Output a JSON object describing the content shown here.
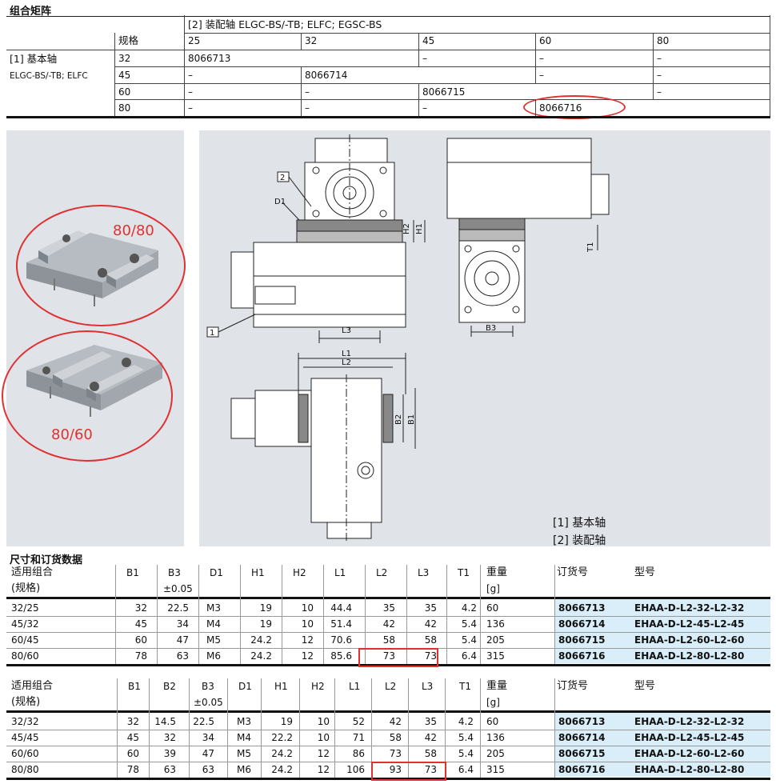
{
  "matrix": {
    "title": "组合矩阵",
    "header_note": "[2]  装配轴 ELGC-BS/-TB; ELFC; EGSC-BS",
    "size_label": "规格",
    "sizes": [
      "25",
      "32",
      "45",
      "60",
      "80"
    ],
    "base_label": "[1]  基本轴",
    "base_sub": "ELGC-BS/-TB; ELFC",
    "rows": [
      {
        "size": "32",
        "cells": [
          "8066713",
          "–",
          "–",
          "–"
        ]
      },
      {
        "size": "45",
        "cells": [
          "–",
          "8066714",
          "–",
          "–"
        ]
      },
      {
        "size": "60",
        "cells": [
          "–",
          "–",
          "8066715",
          "–"
        ]
      },
      {
        "size": "80",
        "cells": [
          "–",
          "–",
          "–",
          "8066716"
        ]
      }
    ]
  },
  "photos": {
    "top_label": "80/80",
    "bottom_label": "80/60"
  },
  "drawing": {
    "labels": {
      "d1": "D1",
      "h1": "H1",
      "h2": "H2",
      "l3": "L3",
      "b3": "B3",
      "t1": "T1",
      "l1": "L1",
      "l2": "L2",
      "b1": "B1",
      "b2": "B2",
      "n1": "1",
      "n2": "2"
    },
    "legend": [
      "[1]  基本轴",
      "[2]  装配轴"
    ]
  },
  "dims": {
    "title": "尺寸和订货数据",
    "table1": {
      "headers": {
        "combo": "适用组合",
        "combo_sub": "(规格)",
        "b1": "B1",
        "b3": "B3",
        "b3_sub": "±0.05",
        "d1": "D1",
        "h1": "H1",
        "h2": "H2",
        "l1": "L1",
        "l2": "L2",
        "l3": "L3",
        "t1": "T1",
        "weight": "重量",
        "weight_sub": "[g]",
        "order": "订货号",
        "type": "型号"
      },
      "rows": [
        {
          "combo": "32/25",
          "b1": "32",
          "b3": "22.5",
          "d1": "M3",
          "h1": "19",
          "h2": "10",
          "l1": "44.4",
          "l2": "35",
          "l3": "35",
          "t1": "4.2",
          "weight": "60",
          "order": "8066713",
          "type": "EHAA-D-L2-32-L2-32"
        },
        {
          "combo": "45/32",
          "b1": "45",
          "b3": "34",
          "d1": "M4",
          "h1": "19",
          "h2": "10",
          "l1": "51.4",
          "l2": "42",
          "l3": "42",
          "t1": "5.4",
          "weight": "136",
          "order": "8066714",
          "type": "EHAA-D-L2-45-L2-45"
        },
        {
          "combo": "60/45",
          "b1": "60",
          "b3": "47",
          "d1": "M5",
          "h1": "24.2",
          "h2": "12",
          "l1": "70.6",
          "l2": "58",
          "l3": "58",
          "t1": "5.4",
          "weight": "205",
          "order": "8066715",
          "type": "EHAA-D-L2-60-L2-60"
        },
        {
          "combo": "80/60",
          "b1": "78",
          "b3": "63",
          "d1": "M6",
          "h1": "24.2",
          "h2": "12",
          "l1": "85.6",
          "l2": "73",
          "l3": "73",
          "t1": "6.4",
          "weight": "315",
          "order": "8066716",
          "type": "EHAA-D-L2-80-L2-80"
        }
      ]
    },
    "table2": {
      "headers": {
        "combo": "适用组合",
        "combo_sub": "(规格)",
        "b1": "B1",
        "b2": "B2",
        "b3": "B3",
        "b3_sub": "±0.05",
        "d1": "D1",
        "h1": "H1",
        "h2": "H2",
        "l1": "L1",
        "l2": "L2",
        "l3": "L3",
        "t1": "T1",
        "weight": "重量",
        "weight_sub": "[g]",
        "order": "订货号",
        "type": "型号"
      },
      "rows": [
        {
          "combo": "32/32",
          "b1": "32",
          "b2": "14.5",
          "b3": "22.5",
          "d1": "M3",
          "h1": "19",
          "h2": "10",
          "l1": "52",
          "l2": "42",
          "l3": "35",
          "t1": "4.2",
          "weight": "60",
          "order": "8066713",
          "type": "EHAA-D-L2-32-L2-32"
        },
        {
          "combo": "45/45",
          "b1": "45",
          "b2": "32",
          "b3": "34",
          "d1": "M4",
          "h1": "22.2",
          "h2": "10",
          "l1": "71",
          "l2": "58",
          "l3": "42",
          "t1": "5.4",
          "weight": "136",
          "order": "8066714",
          "type": "EHAA-D-L2-45-L2-45"
        },
        {
          "combo": "60/60",
          "b1": "60",
          "b2": "39",
          "b3": "47",
          "d1": "M5",
          "h1": "24.2",
          "h2": "12",
          "l1": "86",
          "l2": "73",
          "l3": "58",
          "t1": "5.4",
          "weight": "205",
          "order": "8066715",
          "type": "EHAA-D-L2-60-L2-60"
        },
        {
          "combo": "80/80",
          "b1": "78",
          "b2": "63",
          "b3": "63",
          "d1": "M6",
          "h1": "24.2",
          "h2": "12",
          "l1": "106",
          "l2": "93",
          "l3": "73",
          "t1": "6.4",
          "weight": "315",
          "order": "8066716",
          "type": "EHAA-D-L2-80-L2-80"
        }
      ]
    }
  }
}
